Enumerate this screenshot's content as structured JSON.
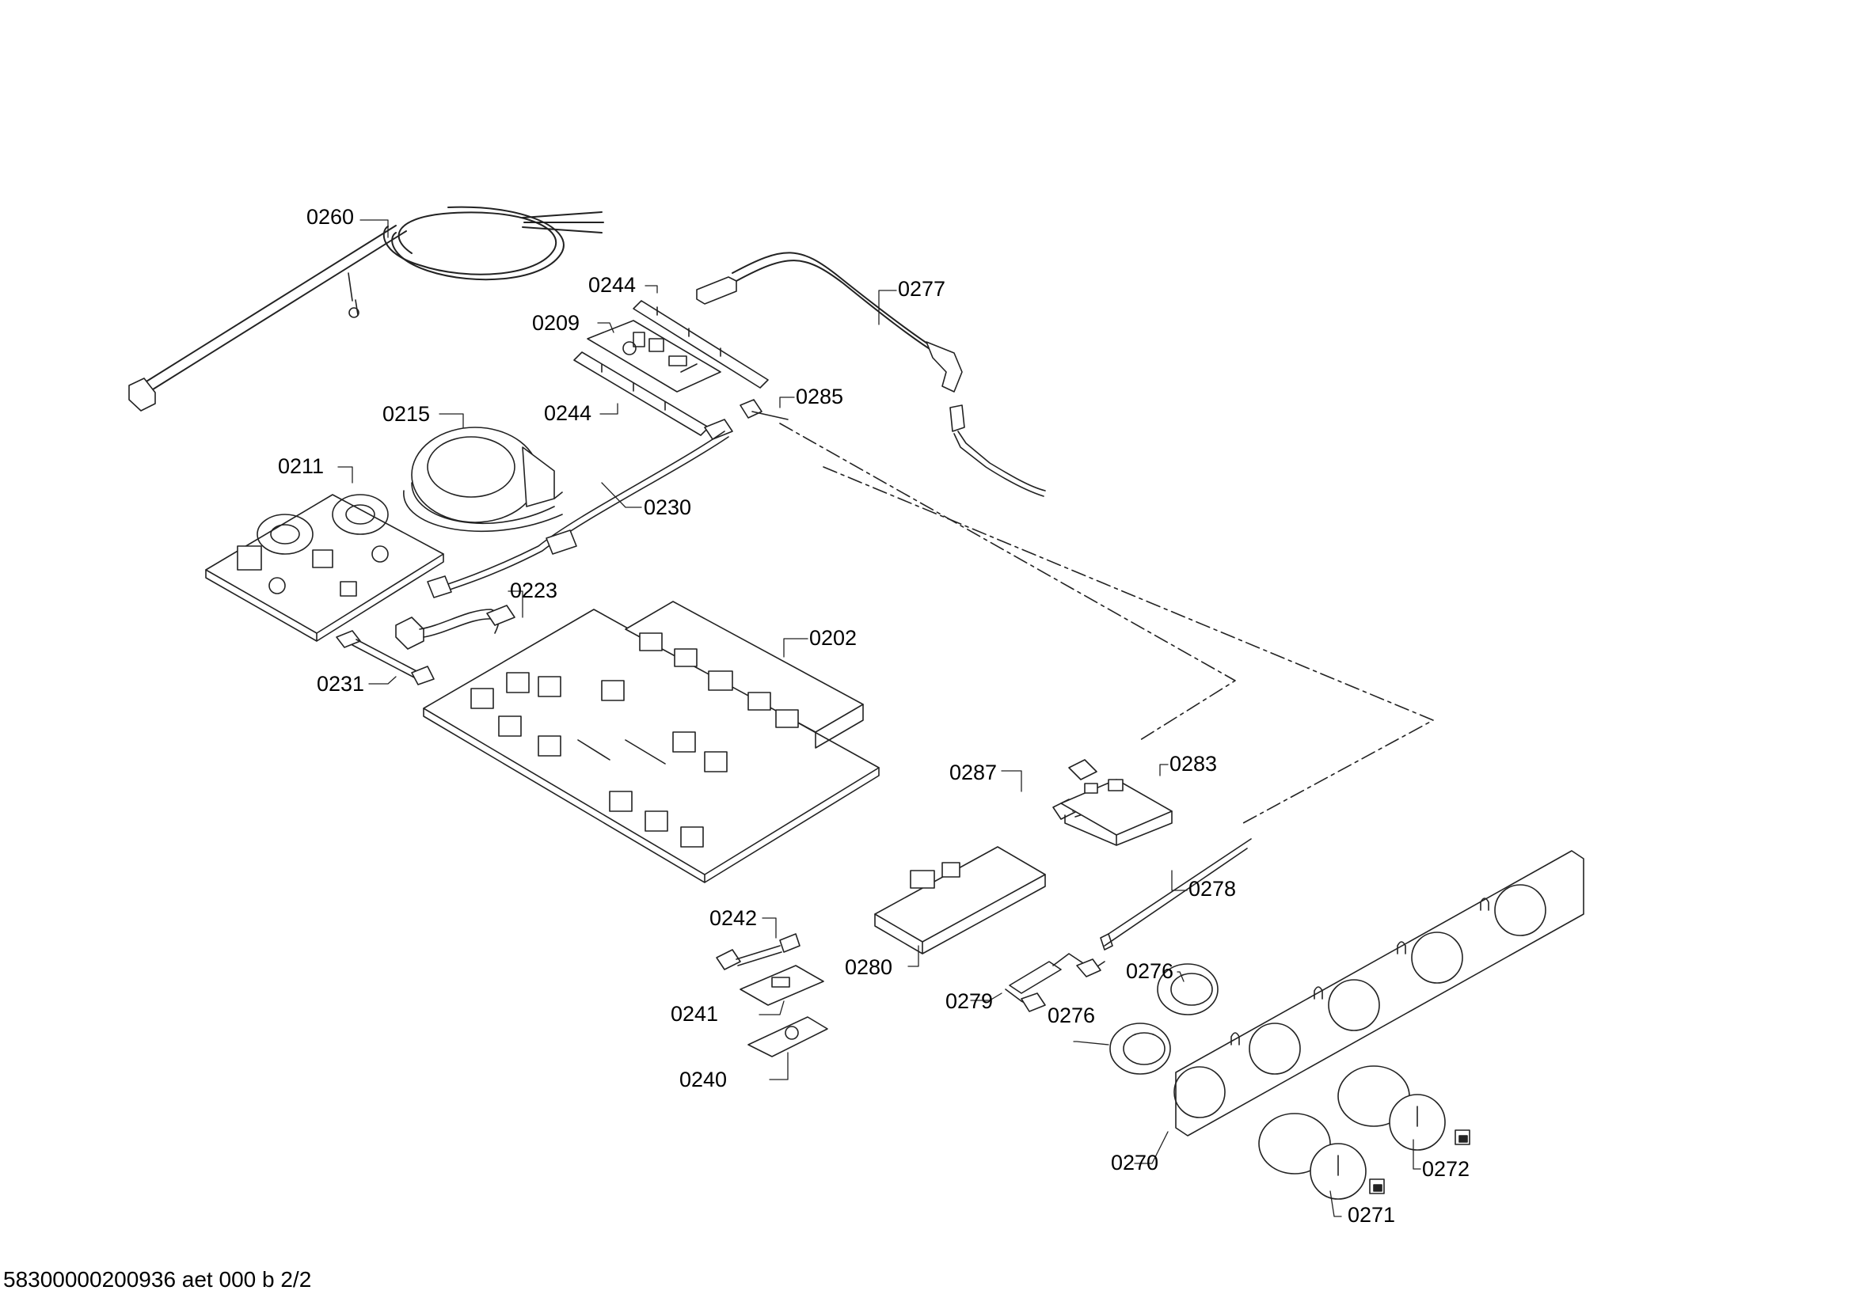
{
  "diagram": {
    "labels": {
      "p0260": "0260",
      "p0244a": "0244",
      "p0277": "0277",
      "p0209": "0209",
      "p0285": "0285",
      "p0244b": "0244",
      "p0215": "0215",
      "p0211": "0211",
      "p0230": "0230",
      "p0223": "0223",
      "p0202": "0202",
      "p0231": "0231",
      "p0287": "0287",
      "p0283": "0283",
      "p0278": "0278",
      "p0242": "0242",
      "p0280": "0280",
      "p0276a": "0276",
      "p0279": "0279",
      "p0276b": "0276",
      "p0241": "0241",
      "p0240": "0240",
      "p0270": "0270",
      "p0272": "0272",
      "p0271": "0271"
    }
  },
  "footer": {
    "doc_ref": "58300000200936 aet 000 b 2/2"
  }
}
